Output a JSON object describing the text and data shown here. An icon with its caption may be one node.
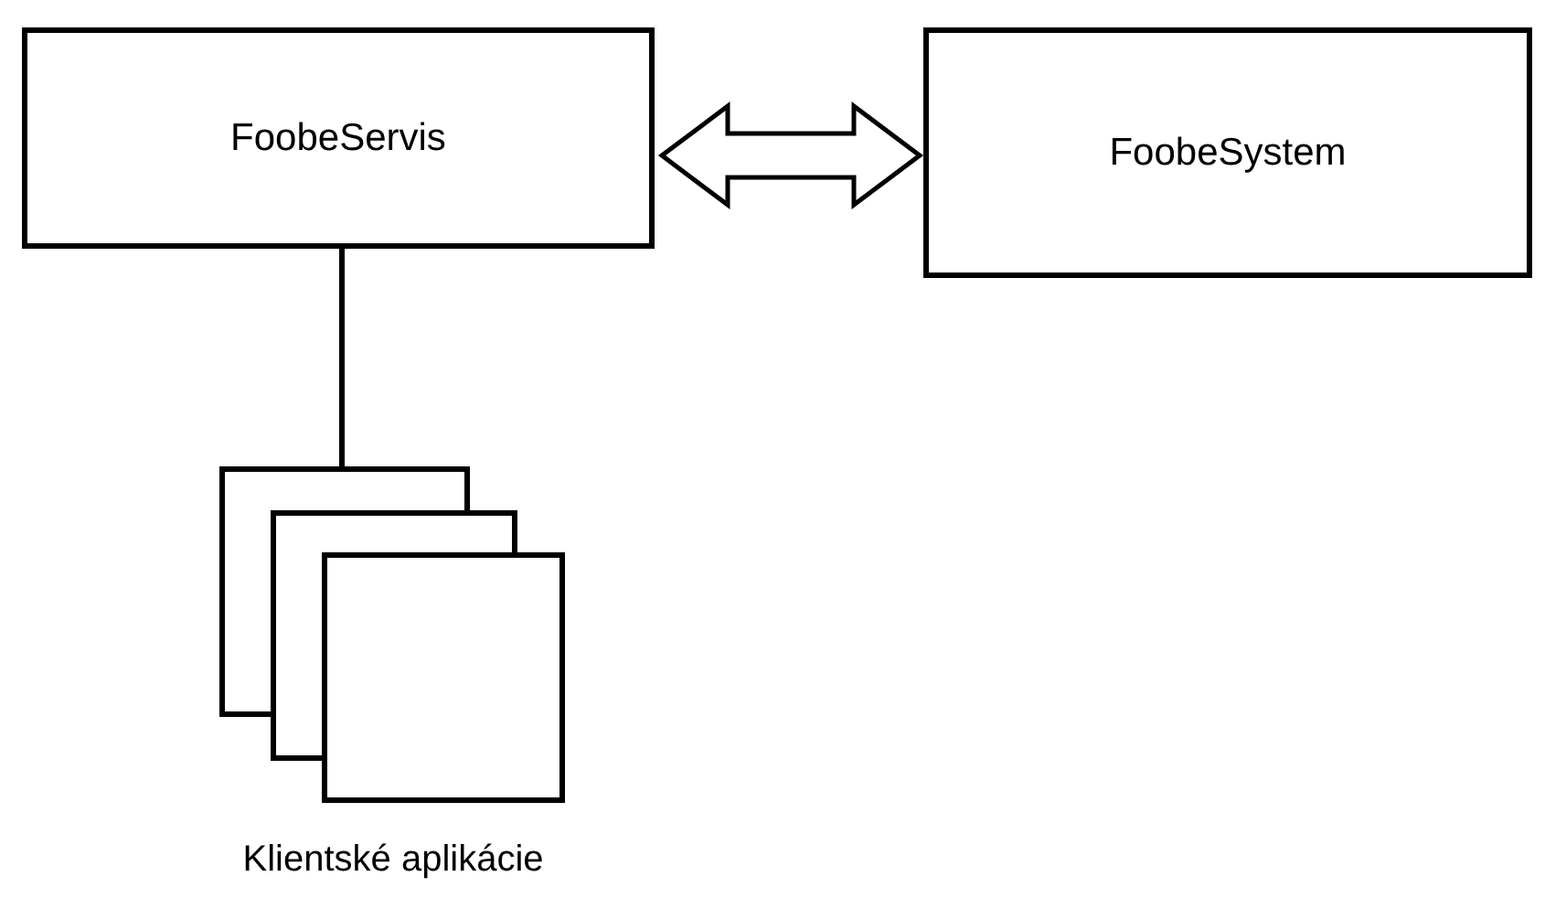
{
  "diagram": {
    "nodes": [
      {
        "text": [
          "FoobeServis"
        ]
      },
      {
        "text": [
          "FoobeSystem"
        ]
      },
      {
        "text": [
          "Klientské aplikácie"
        ]
      }
    ],
    "edges": [
      {
        "from": 0,
        "to": 1,
        "arrow": "both",
        "style": "thick"
      },
      {
        "from": 0,
        "to": 2,
        "arrow": "none"
      }
    ]
  }
}
